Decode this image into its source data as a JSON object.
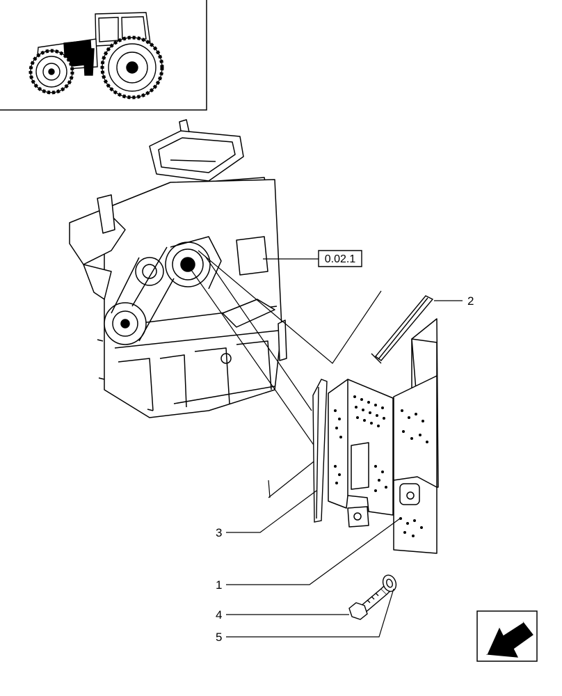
{
  "figure": {
    "reference_label": "0.02.1",
    "callouts": [
      {
        "id": "1",
        "label": "1"
      },
      {
        "id": "2",
        "label": "2"
      },
      {
        "id": "3",
        "label": "3"
      },
      {
        "id": "4",
        "label": "4"
      },
      {
        "id": "5",
        "label": "5"
      }
    ],
    "icons": {
      "thumbnail": "tractor-icon",
      "navigation": "back-arrow-icon"
    }
  }
}
